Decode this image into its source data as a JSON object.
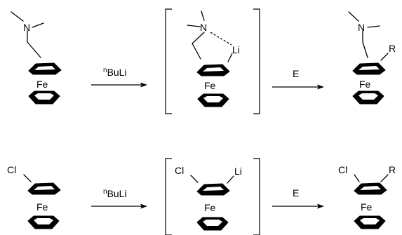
{
  "atoms": {
    "nitrogen": "N",
    "iron": "Fe",
    "lithium": "Li",
    "chlorine": "Cl",
    "substituent": "R"
  },
  "reactions": {
    "row1": {
      "step1_reagent_prefix": "n",
      "step1_reagent": "BuLi",
      "step2_reagent": "E"
    },
    "row2": {
      "step1_reagent_prefix": "n",
      "step1_reagent": "BuLi",
      "step2_reagent": "E"
    }
  }
}
